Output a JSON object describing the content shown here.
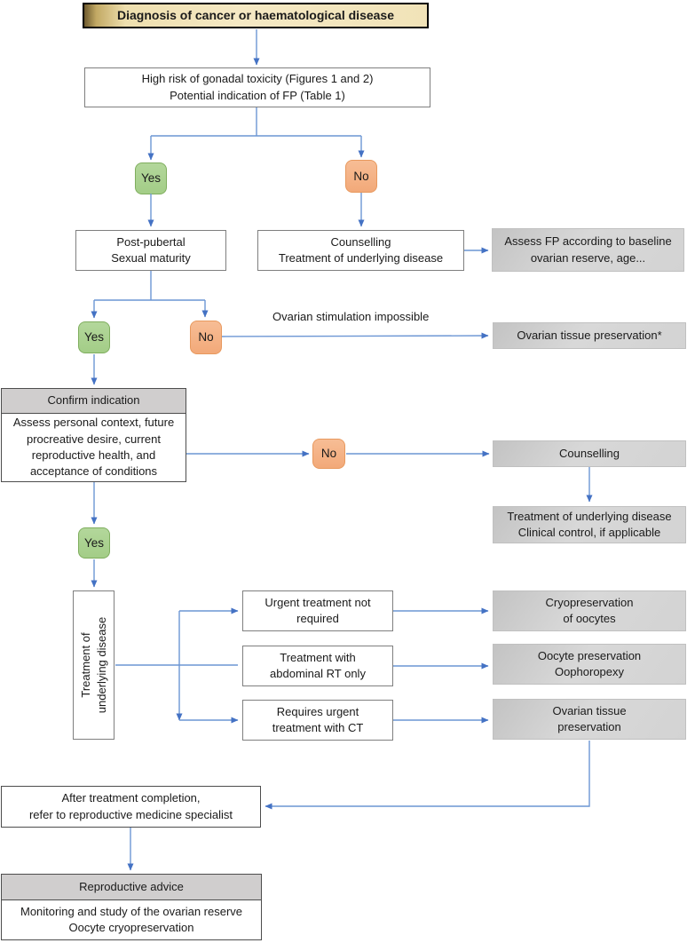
{
  "colors": {
    "line_blue": "#6c96d4",
    "arrowhead_blue": "#4472c4",
    "yes_green": "#a9d18e",
    "no_orange": "#f4b183",
    "title_tan": "#f2e4bb",
    "gray_box": "#d2d2d2",
    "header_gray": "#d0cece"
  },
  "decisions": {
    "yes": "Yes",
    "no": "No"
  },
  "title": "Diagnosis of cancer or haematological disease",
  "nodes": {
    "high_risk": [
      "High risk of  gonadal toxicity (Figures 1 and 2)",
      "Potential indication of FP (Table 1)"
    ],
    "post_pubertal": [
      "Post-pubertal",
      "Sexual maturity"
    ],
    "counselling_treatment": [
      "Counselling",
      "Treatment of underlying disease"
    ],
    "assess_fp": [
      "Assess FP according to baseline",
      "ovarian reserve, age..."
    ],
    "ovarian_stim_label": "Ovarian stimulation impossible",
    "ovarian_tissue_preservation_star": "Ovarian tissue preservation*",
    "confirm_header": "Confirm indication",
    "confirm_body": [
      "Assess personal context, future",
      "procreative desire, current",
      "reproductive health, and",
      "acceptance of conditions"
    ],
    "counselling": "Counselling",
    "treatment_clinical": [
      "Treatment of underlying disease",
      "Clinical control, if applicable"
    ],
    "treatment_vertical": [
      "Treatment of",
      "underlying disease"
    ],
    "urgent_not_required": [
      "Urgent treatment not",
      "required"
    ],
    "abdominal_rt": [
      "Treatment with",
      "abdominal RT only"
    ],
    "urgent_ct": [
      "Requires urgent",
      "treatment with CT"
    ],
    "cryo_oocytes": [
      "Cryopreservation",
      "of oocytes"
    ],
    "oocyte_oophoropexy": [
      "Oocyte preservation",
      "Oophoropexy"
    ],
    "ovarian_tissue": [
      "Ovarian tissue",
      "preservation"
    ],
    "after_treatment": [
      "After treatment completion,",
      "refer to reproductive medicine specialist"
    ],
    "reproductive_header": "Reproductive advice",
    "reproductive_body": [
      "Monitoring and study of the ovarian reserve",
      "Oocyte cryopreservation"
    ]
  }
}
